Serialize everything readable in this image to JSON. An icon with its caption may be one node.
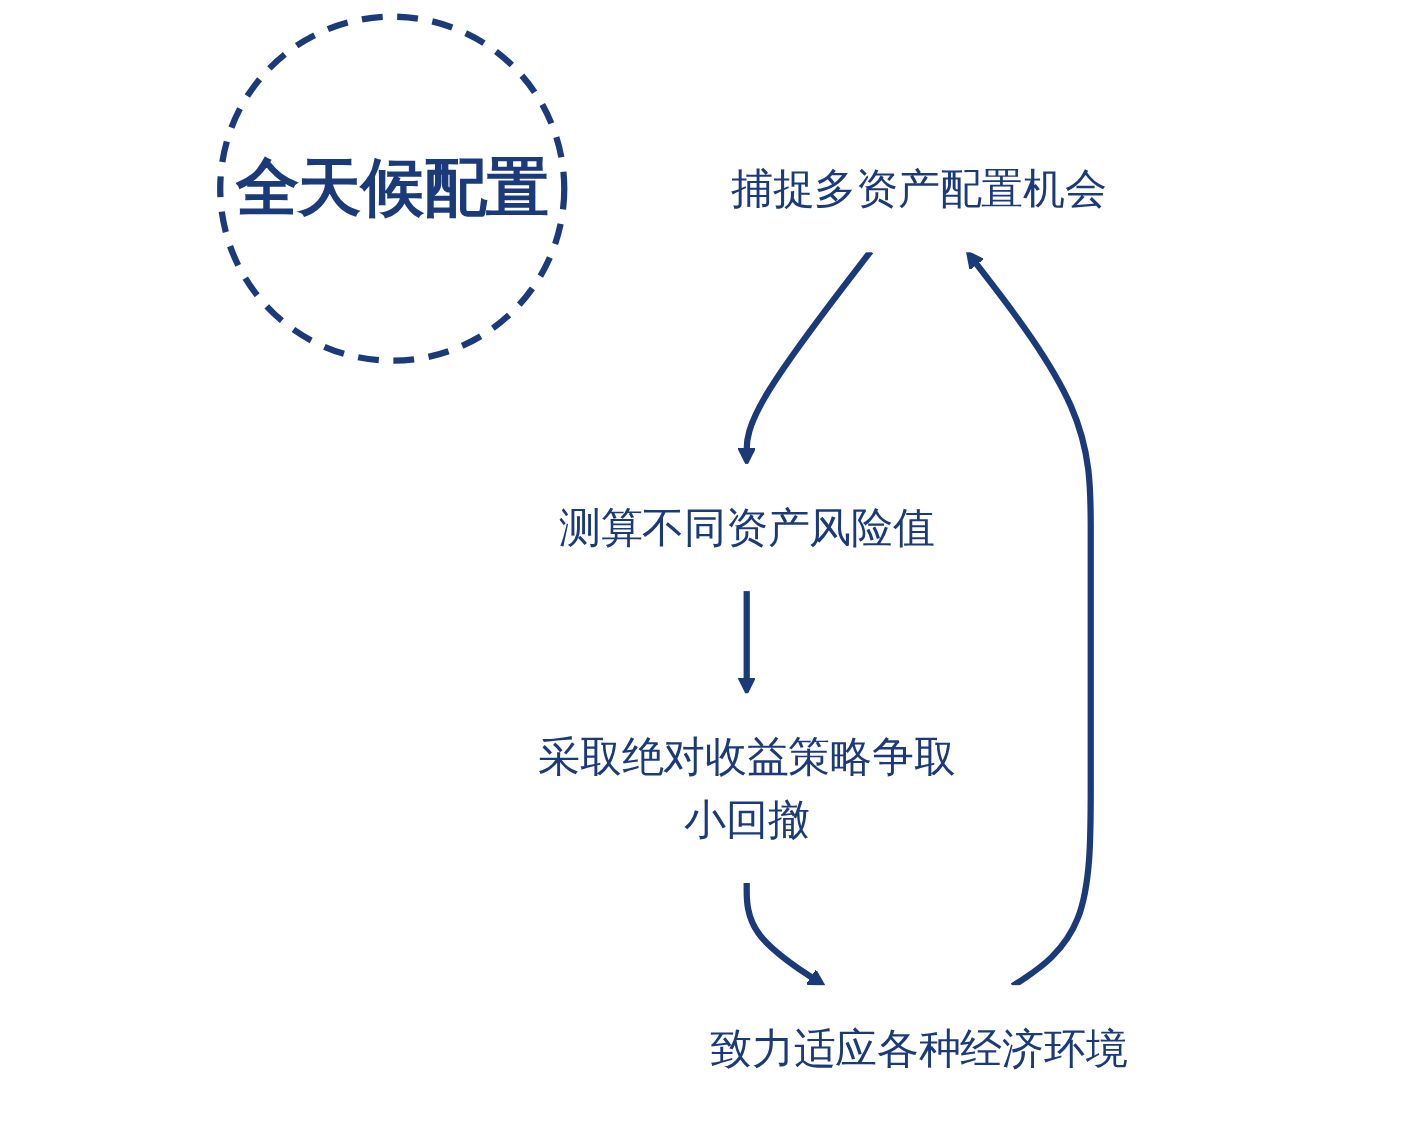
{
  "diagram": {
    "nodes": [
      {
        "text": [
          "全天候配置"
        ]
      },
      {
        "text": [
          "捕捉多资产配置机会"
        ]
      },
      {
        "text": [
          "测算不同资产风险值"
        ]
      },
      {
        "text": [
          "采取绝对收益策略争取小回撤"
        ]
      },
      {
        "text": [
          "致力适应各种经济环境"
        ]
      }
    ],
    "edges": [
      {
        "from": 4,
        "to": 1,
        "arrow": "to"
      },
      {
        "from": 1,
        "to": 2,
        "arrow": "to"
      },
      {
        "from": 2,
        "to": 3,
        "arrow": "to"
      },
      {
        "from": 3,
        "to": 4,
        "arrow": "to"
      }
    ]
  }
}
